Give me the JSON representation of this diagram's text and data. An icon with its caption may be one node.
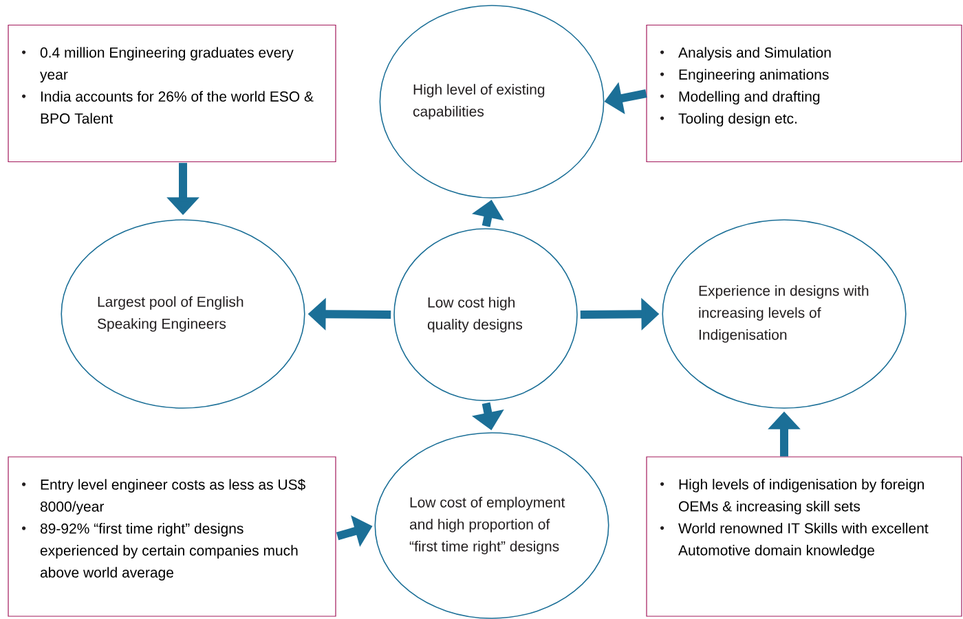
{
  "diagram": {
    "nodes": [
      {
        "text": [
          "0.4 million Engineering graduates every year",
          "India accounts for 26% of the world ESO & BPO Talent"
        ]
      },
      {
        "text": [
          "High level of existing capabilities"
        ]
      },
      {
        "text": [
          "Analysis and Simulation",
          "Engineering animations",
          "Modelling and drafting",
          "Tooling design etc."
        ]
      },
      {
        "text": [
          "Largest pool of English Speaking Engineers"
        ]
      },
      {
        "text": [
          "Low cost high quality designs"
        ]
      },
      {
        "text": [
          "Experience in designs with increasing levels of Indigenisation"
        ]
      },
      {
        "text": [
          "Entry level engineer costs as less as US$ 8000/year",
          "89-92% “first time right” designs experienced by certain companies much above world average"
        ]
      },
      {
        "text": [
          "Low cost of employment and high proportion of “first time right” designs"
        ]
      },
      {
        "text": [
          "High levels of indigenisation by foreign OEMs & increasing skill sets",
          "World renowned IT Skills with excellent Automotive domain knowledge"
        ]
      }
    ],
    "edges": [
      {
        "from": 0,
        "to": 3,
        "arrow": "to"
      },
      {
        "from": 2,
        "to": 1,
        "arrow": "to"
      },
      {
        "from": 4,
        "to": 1,
        "arrow": "to"
      },
      {
        "from": 4,
        "to": 3,
        "arrow": "to"
      },
      {
        "from": 4,
        "to": 5,
        "arrow": "to"
      },
      {
        "from": 4,
        "to": 7,
        "arrow": "to"
      },
      {
        "from": 6,
        "to": 7,
        "arrow": "to"
      },
      {
        "from": 8,
        "to": 5,
        "arrow": "to"
      }
    ]
  }
}
